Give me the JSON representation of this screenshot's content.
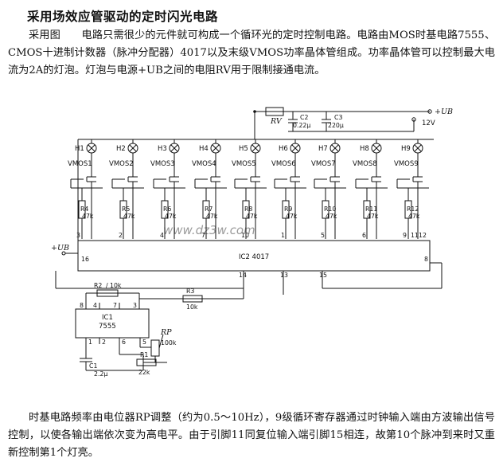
{
  "title": "采用场效应管驱动的定时闪光电路",
  "paragraph1": "采用图　　电路只需很少的元件就可构成一个循环光的定时控制电路。电路由MOS时基电路7555、CMOS十进制计数器（脉冲分配器）4017以及末级VMOS功率晶体管组成。功率晶体管可以控制最大电流为2A的灯泡。灯泡与电源+UB之间的电阻RV用于限制接通电流。",
  "paragraph2": "时基电路频率由电位器RP调整（约为0.5～10Hz），9级循环寄存器通过时钟输入端由方波输出信号控制，以使各输出端依次变为高电平。由于引脚11同复位输入端引脚15相连，故第10个脉冲到来时又重新控制第1个灯亮。",
  "watermark": "www.dz3w.com",
  "schematic": {
    "lamps": [
      "H1",
      "H2",
      "H3",
      "H4",
      "H5",
      "H6",
      "H7",
      "H8",
      "H9"
    ],
    "mosfets": [
      "VMOS1",
      "VMOS2",
      "VMOS3",
      "VMOS4",
      "VMOS5",
      "VMOS6",
      "VMOS7",
      "VMOS8",
      "VMOS9"
    ],
    "resistors": [
      {
        "name": "R4",
        "value": "47k"
      },
      {
        "name": "R5",
        "value": "47k"
      },
      {
        "name": "R6",
        "value": "47k"
      },
      {
        "name": "R7",
        "value": "47k"
      },
      {
        "name": "R8",
        "value": "47k"
      },
      {
        "name": "R9",
        "value": "47k"
      },
      {
        "name": "R10",
        "value": "47k"
      },
      {
        "name": "R11",
        "value": "47k"
      },
      {
        "name": "R12",
        "value": "47k"
      }
    ],
    "ic2_pins_top": [
      "3",
      "2",
      "4",
      "7",
      "10",
      "1",
      "5",
      "6",
      "9",
      "11",
      "12"
    ],
    "ic2_label": "IC2 4017",
    "ic2_pins_bottom": [
      "14",
      "13",
      "15"
    ],
    "ic2_pin_8": "8",
    "ic2_pin_16": "16",
    "ub_label": "+UB",
    "ub_top_label": "+UB",
    "v12_label": "12V",
    "rv_label": "RV",
    "c2": {
      "name": "C2",
      "value": "0.22μ"
    },
    "c3": {
      "name": "C3",
      "value": "220μ"
    },
    "r2": {
      "name": "R2",
      "value": "10k"
    },
    "r3": {
      "name": "R3",
      "value": "10k"
    },
    "r1": {
      "name": "R1",
      "value": "22k"
    },
    "c1": {
      "name": "C1",
      "value": "2.2μ"
    },
    "rp": {
      "name": "RP",
      "value": "100k"
    },
    "ic1_label": "IC1",
    "ic1_part": "7555",
    "ic1_pins_top": [
      "8",
      "4",
      "7",
      "3"
    ],
    "ic1_pins_bottom": [
      "1",
      "2",
      "6",
      "5"
    ]
  }
}
